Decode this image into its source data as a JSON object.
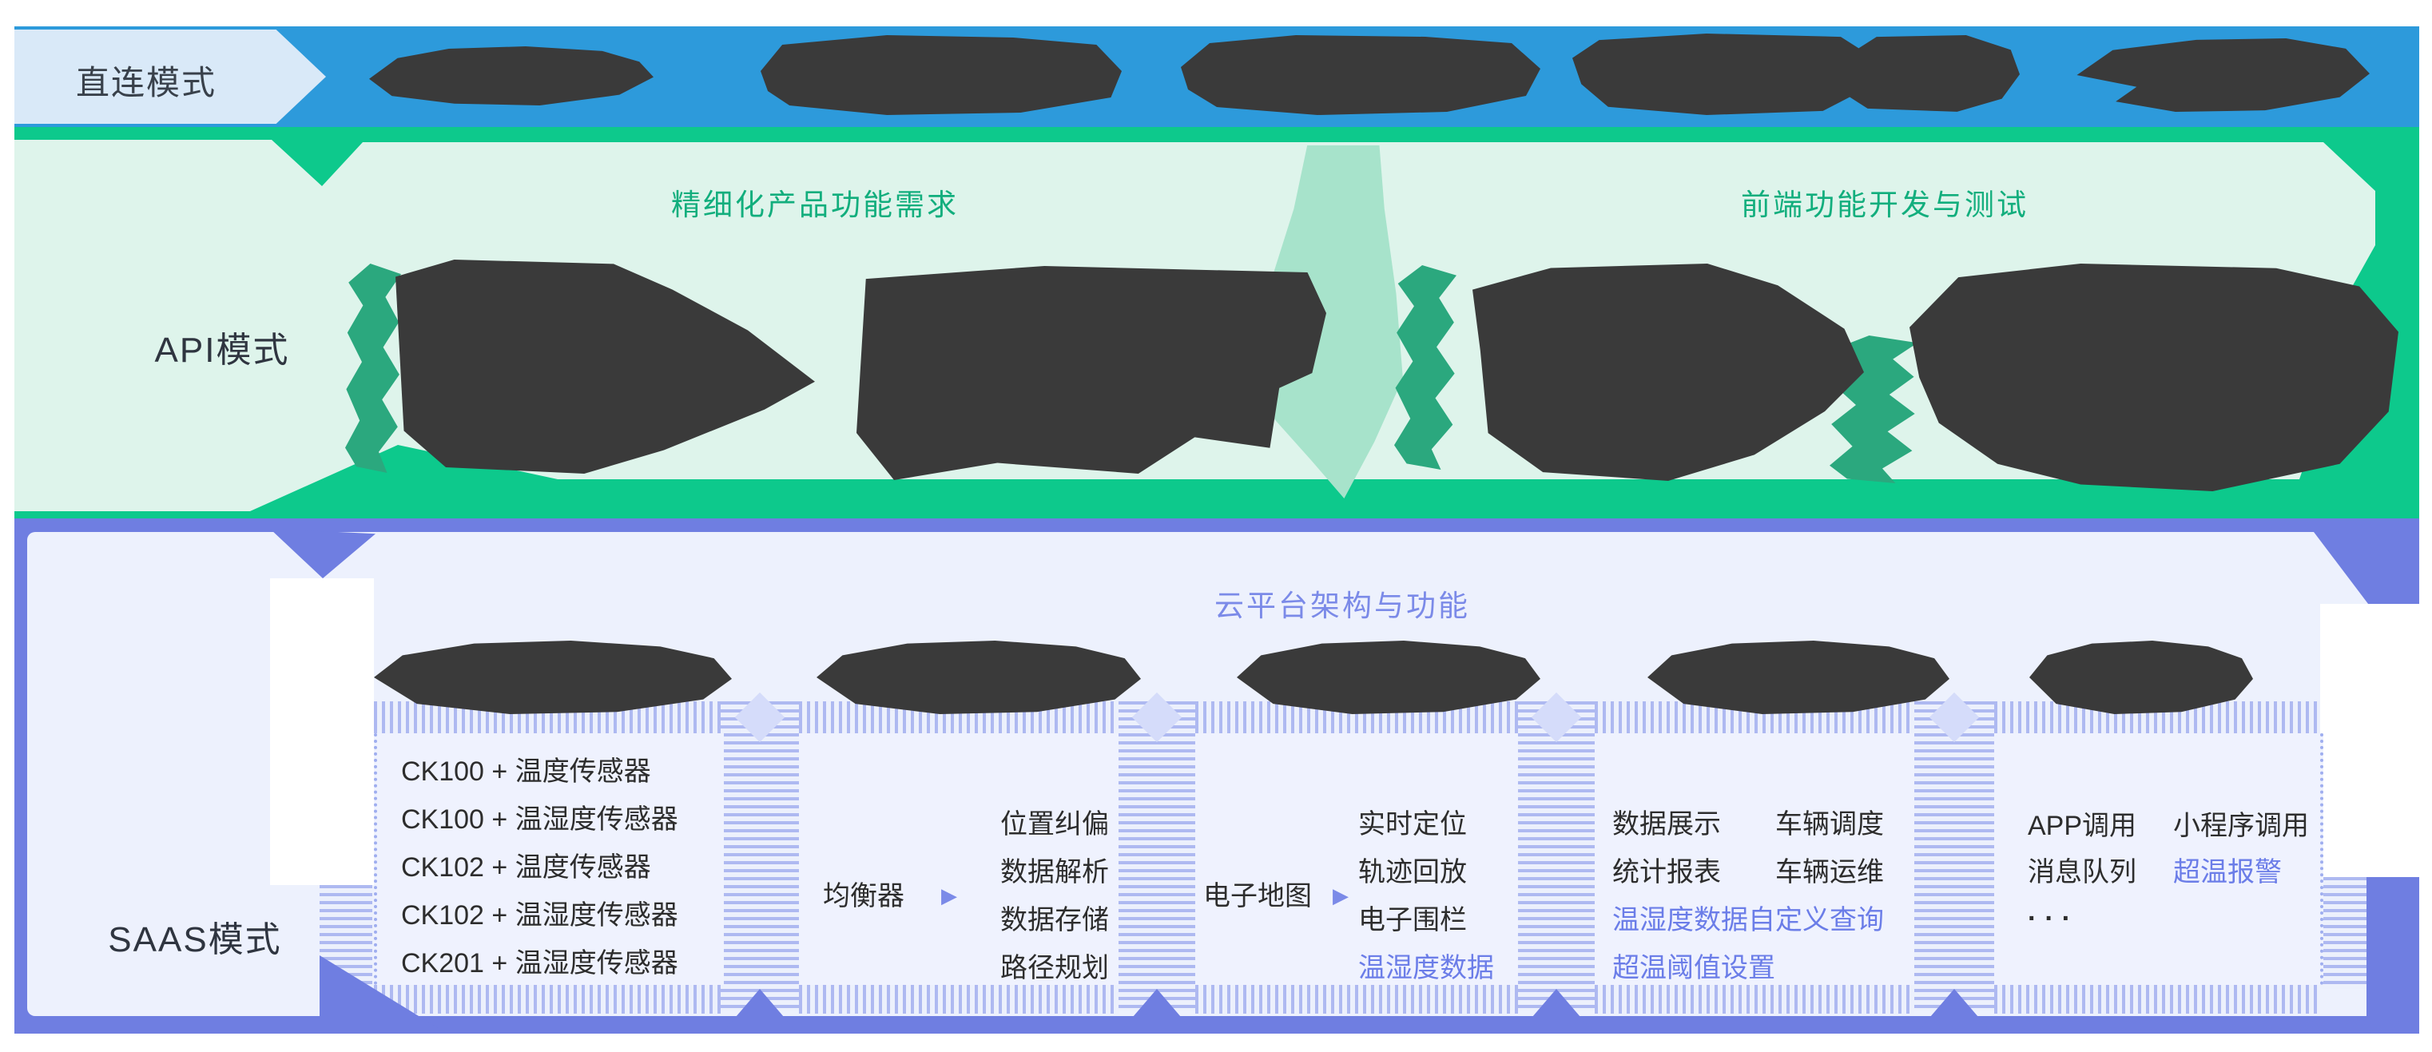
{
  "colors": {
    "direct_band_blue": "#2d9adb",
    "direct_label_bg": "#d9e9f8",
    "api_band_green": "#0dc98c",
    "api_panel_mint": "#def4eb",
    "api_divider_mint": "#a7e3cb",
    "api_accent_green": "#2ba87e",
    "api_title_green": "#12ae7d",
    "saas_band_purple": "#6f7ee1",
    "saas_panel_lavender": "#edf1fd",
    "saas_stripe": "#aeb9f1",
    "saas_title_periwinkle": "#7b8ae8",
    "highlight_text_blue": "#6b7de8",
    "redaction_dark": "#3a3a3a",
    "body_text": "#2d2d2d"
  },
  "direct_band": {
    "label": "直连模式"
  },
  "api_band": {
    "label": "API模式",
    "left_title": "精细化产品功能需求",
    "right_title": "前端功能开发与测试"
  },
  "saas_band": {
    "label": "SAAS模式",
    "title": "云平台架构与功能",
    "columns": [
      {
        "name": "devices",
        "items": [
          "CK100 + 温度传感器",
          "CK100 + 温湿度传感器",
          "CK102 + 温度传感器",
          "CK102 + 温湿度传感器",
          "CK201 + 温湿度传感器"
        ]
      },
      {
        "name": "balancer",
        "lead": "均衡器",
        "items": [
          "位置纠偏",
          "数据解析",
          "数据存储",
          "路径规划"
        ]
      },
      {
        "name": "map",
        "lead": "电子地图",
        "items": [
          "实时定位",
          "轨迹回放",
          "电子围栏"
        ],
        "highlight_items": [
          "温湿度数据"
        ]
      },
      {
        "name": "platform",
        "items_left": [
          "数据展示",
          "统计报表"
        ],
        "items_right": [
          "车辆调度",
          "车辆运维"
        ],
        "highlight_items": [
          "温湿度数据自定义查询",
          "超温阈值设置"
        ]
      },
      {
        "name": "open-interface",
        "items_left": [
          "APP调用",
          "消息队列"
        ],
        "items_right": [
          "小程序调用"
        ],
        "highlight_items": [
          "超温报警"
        ],
        "more": "···"
      }
    ]
  },
  "icons": {
    "right_arrow": "▶"
  }
}
